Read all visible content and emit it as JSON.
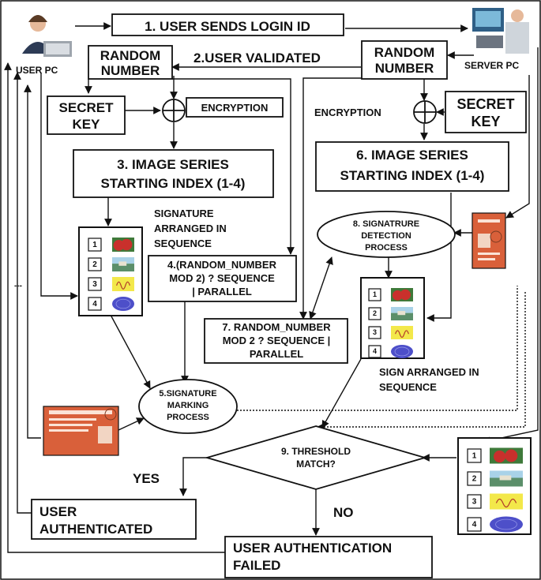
{
  "nodes": {
    "step1": "1. USER SENDS LOGIN ID",
    "user_pc": "USER PC",
    "server_pc": "SERVER PC",
    "user_random": [
      "RANDOM",
      "NUMBER"
    ],
    "step2": "2.USER VALIDATED",
    "server_random": [
      "RANDOM",
      "NUMBER"
    ],
    "user_secret": [
      "SECRET",
      "KEY"
    ],
    "server_secret": [
      "SECRET",
      "KEY"
    ],
    "user_encryption": "ENCRYPTION",
    "server_encryption": "ENCRYPTION",
    "step3": [
      "3. IMAGE SERIES",
      "STARTING INDEX (1-4)"
    ],
    "step6": [
      "6. IMAGE SERIES",
      "STARTING INDEX (1-4)"
    ],
    "sig_arranged": [
      "SIGNATURE",
      "ARRANGED IN",
      "SEQUENCE"
    ],
    "step4": [
      "4.(RANDOM_NUMBER",
      "MOD 2) ? SEQUENCE",
      "| PARALLEL"
    ],
    "step8": [
      "8. SIGNATRURE",
      "DETECTION",
      "PROCESS"
    ],
    "step7": [
      "7. RANDOM_NUMBER",
      "MOD 2 ? SEQUENCE |",
      "PARALLEL"
    ],
    "sign_arranged": [
      "SIGN ARRANGED IN",
      "SEQUENCE"
    ],
    "step5": [
      "5.SIGNATURE",
      "MARKING",
      "PROCESS"
    ],
    "step9": [
      "9. THRESHOLD",
      "MATCH?"
    ],
    "yes": "YES",
    "no": "NO",
    "authenticated": [
      "USER",
      "AUTHENTICATED"
    ],
    "failed": [
      "USER AUTHENTICATION",
      "FAILED"
    ],
    "dashes": "---"
  },
  "image_series": [
    {
      "index": "1",
      "picture": "fruit-image"
    },
    {
      "index": "2",
      "picture": "landscape-image"
    },
    {
      "index": "3",
      "picture": "signature-image"
    },
    {
      "index": "4",
      "picture": "fingerprint-image"
    }
  ],
  "colors": {
    "ink": "#111111",
    "id_card": "#d9603a",
    "fruit": "#c9302c",
    "landscape": "#5b8f6a",
    "signature_bg": "#f3e84a",
    "fingerprint": "#4d4fc9"
  },
  "icons": {
    "user": "person-at-laptop-icon",
    "server": "server-operator-icon",
    "xor": "xor-circle-icon",
    "id_card": "id-card-icon"
  }
}
